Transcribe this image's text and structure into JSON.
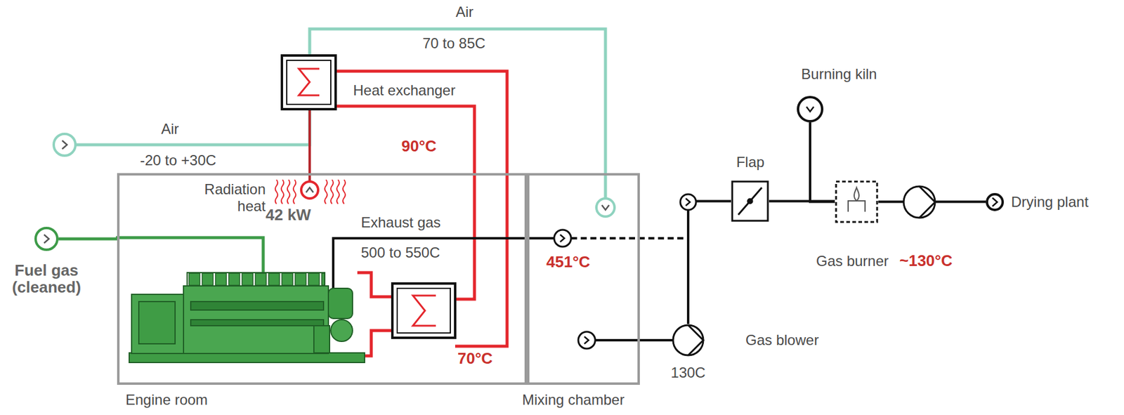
{
  "diagram": {
    "nodes": [
      {
        "text": [
          "Engine room"
        ]
      },
      {
        "text": [
          "Mixing chamber"
        ]
      },
      {
        "text": [
          "Heat exchanger"
        ]
      },
      {
        "text": [
          "Fuel gas (cleaned)"
        ]
      },
      {
        "text": [
          "Flap"
        ]
      },
      {
        "text": [
          "Burning kiln"
        ]
      },
      {
        "text": [
          "Gas burner"
        ]
      },
      {
        "text": [
          "Drying plant"
        ]
      },
      {
        "text": [
          "Gas blower"
        ]
      }
    ],
    "edges": [
      {
        "from": 3,
        "to": 0,
        "arrow": "none"
      },
      {
        "from": 8,
        "to": 4,
        "arrow": "none"
      },
      {
        "from": 4,
        "to": 6,
        "arrow": "none"
      },
      {
        "from": 5,
        "to": 6,
        "arrow": "none"
      },
      {
        "from": 6,
        "to": 7,
        "arrow": "none"
      }
    ],
    "labels": [
      "Air",
      "70 to 85C",
      "Air",
      "-20 to +30C",
      "90°C",
      "Radiation heat",
      "42 kW",
      "Exhaust gas",
      "500 to 550C",
      "451°C",
      "70°C",
      "130C",
      "~130°C"
    ]
  }
}
